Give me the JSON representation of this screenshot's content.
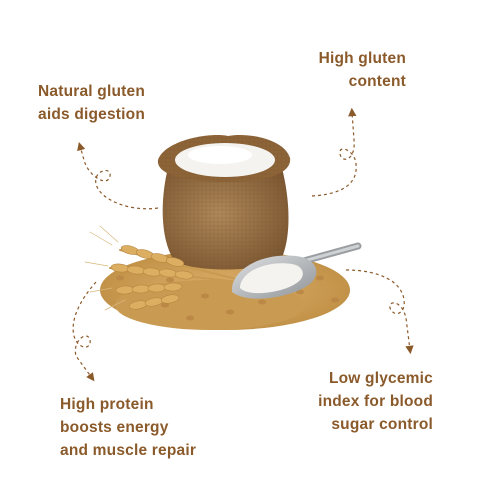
{
  "features": {
    "top_left": {
      "lines": [
        "Natural gluten",
        "aids digestion"
      ]
    },
    "top_right": {
      "lines": [
        "High gluten",
        "content"
      ]
    },
    "bottom_left": {
      "lines": [
        "High protein",
        "boosts energy",
        "and muscle repair"
      ]
    },
    "bottom_right": {
      "lines": [
        "Low glycemic",
        "index for blood",
        "sugar control"
      ]
    }
  },
  "colors": {
    "text": "#8b5a2b",
    "connector": "#8b5a2b",
    "sack": "#9c7447",
    "flour": "#f4f3ef",
    "wheat": "#d6a558",
    "scoop": "#b9bcc0"
  },
  "icons": {
    "connectors": "dashed-curly-arrow",
    "illustration": "flour-sack-with-wheat-and-scoop"
  }
}
